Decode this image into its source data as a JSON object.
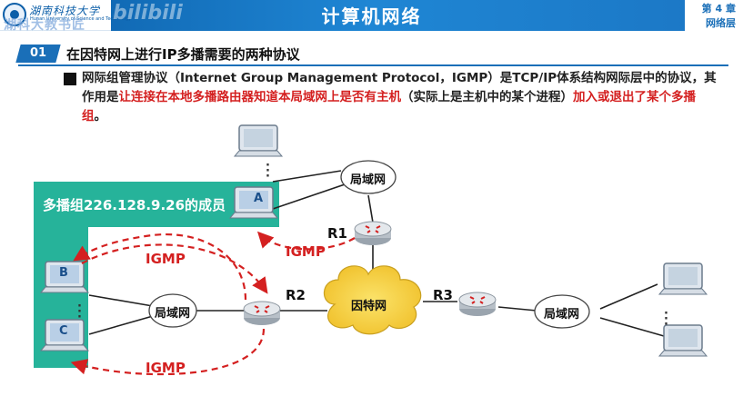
{
  "header": {
    "logo_text": "湖南科技大学",
    "logo_sub": "Hunan University of Science and Technology",
    "watermark_1": "湖科大教书匠",
    "watermark_2": "bilibili",
    "title": "计算机网络",
    "chapter_line1": "第 4 章",
    "chapter_line2": "网络层"
  },
  "section": {
    "number": "01",
    "title": "在因特网上进行IP多播需要的两种协议"
  },
  "paragraph": {
    "part1": "网际组管理协议（Internet Group Management Protocol，IGMP）是TCP/IP体系结构网际层中的协议，其作用是",
    "part2_red": "让连接在本地多播路由器知道本局域网上是否有主机",
    "part3": "（实际上是主机中的某个进程）",
    "part4_red": "加入或退出了某个多播组",
    "part5": "。"
  },
  "diagram": {
    "group_label": "多播组226.128.9.26的成员",
    "hosts": [
      "A",
      "B",
      "C"
    ],
    "routers": [
      "R1",
      "R2",
      "R3"
    ],
    "lan_label": "局域网",
    "internet_label": "因特网",
    "igmp_label": "IGMP"
  },
  "colors": {
    "header_blue": "#1a6fb8",
    "group_green": "#26b39a",
    "igmp_red": "#d42020",
    "internet_yellow": "#f7d23c"
  }
}
